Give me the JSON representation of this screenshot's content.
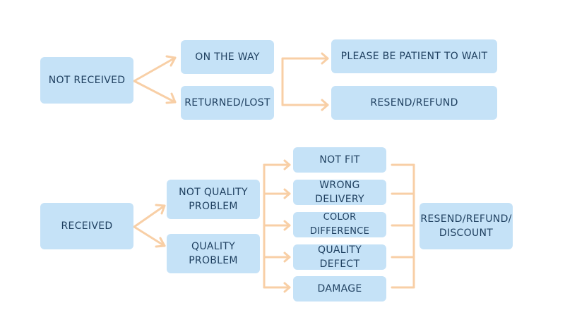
{
  "colors": {
    "box_fill": "#c5e2f7",
    "box_text": "#1e3f5f",
    "connector": "#f8cfa6"
  },
  "top": {
    "root": "NOT RECEIVED",
    "on_the_way": "ON THE WAY",
    "returned_lost": "RETURNED/LOST",
    "wait": "PLEASE BE PATIENT TO WAIT",
    "resend_refund": "RESEND/REFUND"
  },
  "bottom": {
    "root": "RECEIVED",
    "not_quality_line1": "NOT QUALITY",
    "not_quality_line2": "PROBLEM",
    "quality_line1": "QUALITY",
    "quality_line2": "PROBLEM",
    "issues": {
      "not_fit": "NOT FIT",
      "wrong_delivery": "WRONG DELIVERY",
      "color_difference": "COLOR DIFFERENCE",
      "quality_defect": "QUALITY DEFECT",
      "damage": "DAMAGE"
    },
    "outcome_line1": "RESEND/REFUND/",
    "outcome_line2": "DISCOUNT"
  }
}
